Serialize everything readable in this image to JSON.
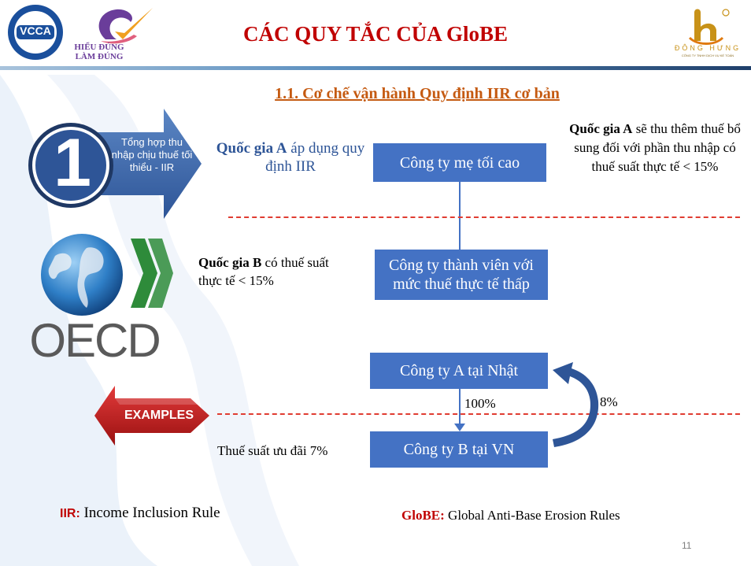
{
  "header": {
    "title": "CÁC QUY TẮC CỦA GloBE",
    "vcca_logo_text": "VCCA",
    "campaign_logo_line1": "HIỂU ĐÚNG",
    "campaign_logo_line2": "LÀM ĐÚNG",
    "company_logo_text": "ĐÔNG HƯNG",
    "company_logo_subtext": "CÔNG TY TNHH DỊCH VỤ KẾ TOÁN"
  },
  "colors": {
    "title": "#c00000",
    "box_fill": "#4472c4",
    "accent_red": "#c00000",
    "dash_line": "#e03c31",
    "dark_blue": "#1f3864"
  },
  "section_title": "1.1. Cơ chế vận hành Quy định IIR cơ bản",
  "badge": {
    "number": "1",
    "text": "Tổng hợp thu nhập chịu thuế tối thiểu - IIR"
  },
  "country_a": {
    "bold": "Quốc gia A",
    "rest": " áp dụng quy định IIR"
  },
  "country_a_note": {
    "bold": "Quốc gia A",
    "rest": " sẽ thu thêm thuế bổ sung đối với phần thu nhập có thuế suất thực tế < 15%"
  },
  "country_b": {
    "bold": "Quốc gia B",
    "rest": " có thuế suất thực tế < 15%"
  },
  "boxes": {
    "parent": "Công ty mẹ tối cao",
    "subsidiary": "Công ty thành viên với mức thuế thực tế thấp",
    "company_a": "Công ty A tại Nhật",
    "company_b": "Công ty B tại VN"
  },
  "oecd_label": "OECD",
  "examples_label": "EXAMPLES",
  "ownership_label": "100%",
  "topup_label": "8%",
  "incentive_label": "Thuế suất ưu đãi 7%",
  "footer": {
    "iir_abbr": "IIR:",
    "iir_full": " Income Inclusion Rule",
    "globe_abbr": "GloBE:",
    "globe_full": " Global Anti-Base Erosion Rules"
  },
  "page_number": "11"
}
